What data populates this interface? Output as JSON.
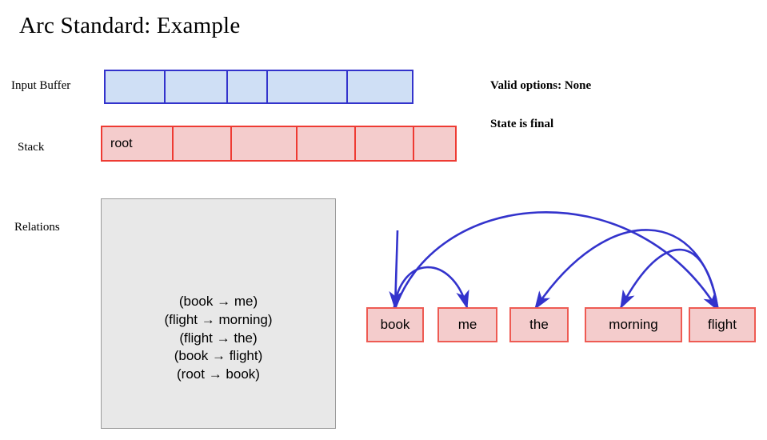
{
  "slide": {
    "title": "Arc Standard: Example"
  },
  "labels": {
    "input_buffer": "Input Buffer",
    "stack": "Stack",
    "relations": "Relations"
  },
  "input_buffer": {
    "fill_color": "#cfdff5",
    "border_color": "#3333cc",
    "cells": [
      "",
      "",
      "",
      "",
      ""
    ]
  },
  "stack": {
    "fill_color": "#f4cccc",
    "border_color": "#ee3b33",
    "cells": [
      "root",
      "",
      "",
      "",
      "",
      ""
    ]
  },
  "relations": {
    "box_fill": "#e8e8e8",
    "items": [
      "(book → me)",
      "(flight → morning)",
      "(flight → the)",
      "(book → flight)",
      "(root → book)"
    ]
  },
  "status": {
    "valid_options": "Valid options: None",
    "state": "State is final"
  },
  "graph": {
    "arc_color": "#3333cc",
    "word_fill": "#f4cccc",
    "word_border": "#ee5b53",
    "words": [
      "book",
      "me",
      "the",
      "morning",
      "flight"
    ],
    "arcs": [
      {
        "head": "root",
        "dependent": "book"
      },
      {
        "head": "book",
        "dependent": "me"
      },
      {
        "head": "book",
        "dependent": "flight"
      },
      {
        "head": "flight",
        "dependent": "the"
      },
      {
        "head": "flight",
        "dependent": "morning"
      }
    ]
  }
}
